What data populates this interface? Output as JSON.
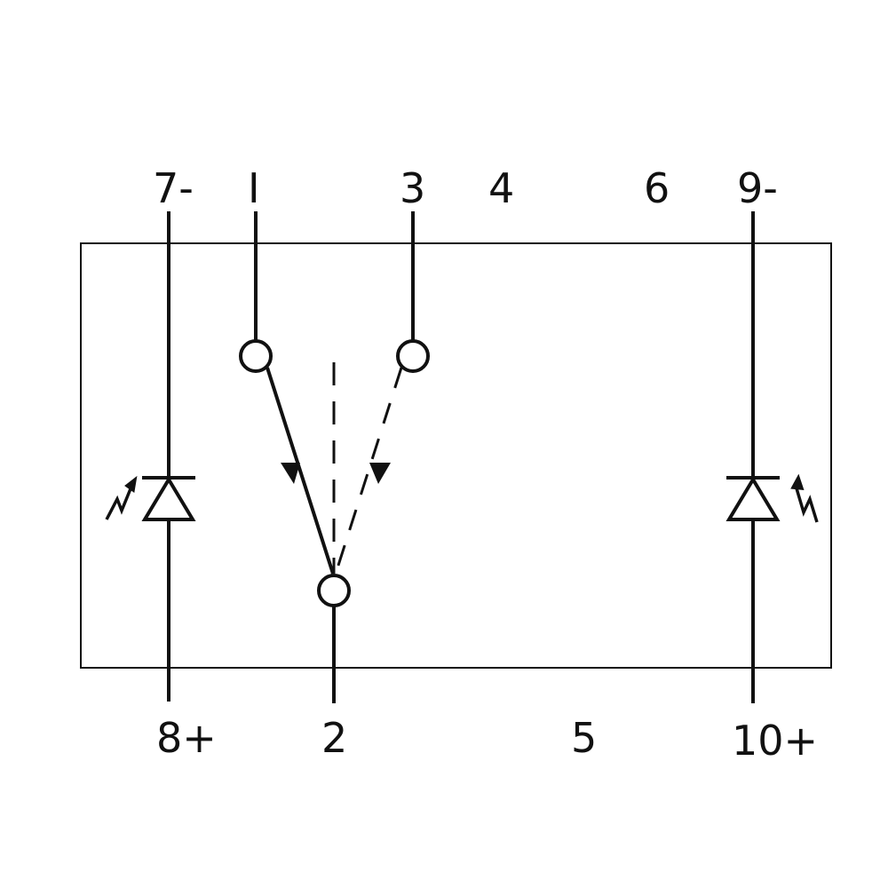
{
  "labels": {
    "pin7": "7-",
    "pin1": "I",
    "pin3": "3",
    "pin4": "4",
    "pin6": "6",
    "pin9": "9-",
    "pin8": "8+",
    "pin2": "2",
    "pin5": "5",
    "pin10": "10+"
  },
  "colors": {
    "stroke": "#111111",
    "background": "#ffffff"
  }
}
